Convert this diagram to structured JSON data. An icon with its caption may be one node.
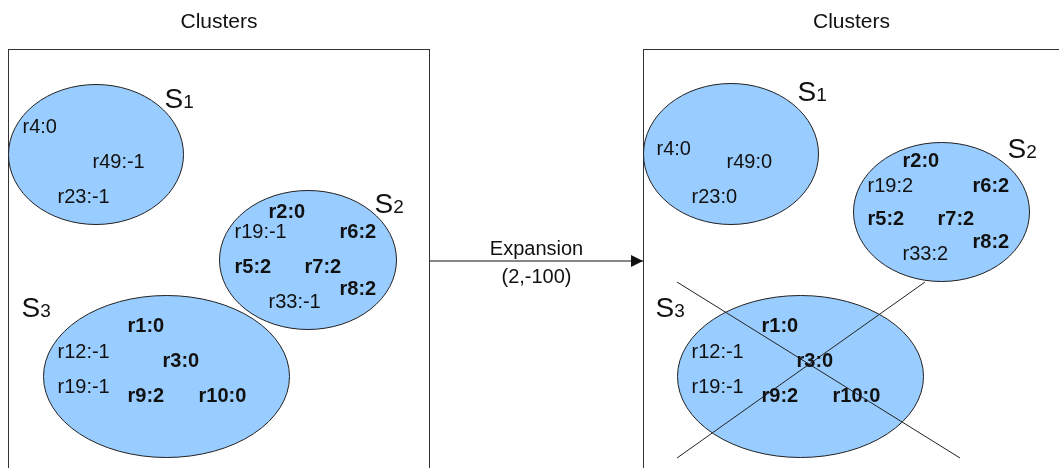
{
  "diagram": {
    "nodes": [
      {
        "text": [
          "Clusters"
        ]
      },
      {
        "text": [
          "S$_{1}$",
          "r4:0",
          "r49:-1",
          "r23:-1"
        ],
        "in": 0
      },
      {
        "text": [
          "S$_{2}$",
          "**r2:0**",
          "r19:-1",
          "**r6:2**",
          "**r5:2**",
          "**r7:2**",
          "**r8:2**",
          "r33:-1"
        ],
        "in": 0
      },
      {
        "text": [
          "S$_{3}$",
          "**r1:0**",
          "r12:-1",
          "**r3:0**",
          "r19:-1",
          "**r9:2**",
          "**r10:0**"
        ],
        "in": 0
      },
      {
        "text": [
          "Clusters"
        ]
      },
      {
        "text": [
          "S$_{1}$",
          "r4:0",
          "r49:0",
          "r23:0"
        ],
        "in": 4
      },
      {
        "text": [
          "S$_{2}$",
          "**r2:0**",
          "r19:2",
          "**r6:2**",
          "**r5:2**",
          "**r7:2**",
          "**r8:2**",
          "r33:2"
        ],
        "in": 4
      },
      {
        "text": [
          "S$_{3}$",
          "**r1:0**",
          "r12:-1",
          "**r3:0**",
          "r19:-1",
          "**r9:2**",
          "**r10:0**"
        ],
        "in": 4
      }
    ],
    "edges": [
      {
        "from": 0,
        "to": 4,
        "arrow": "to",
        "label": "Expansion (2,-100)"
      }
    ]
  }
}
